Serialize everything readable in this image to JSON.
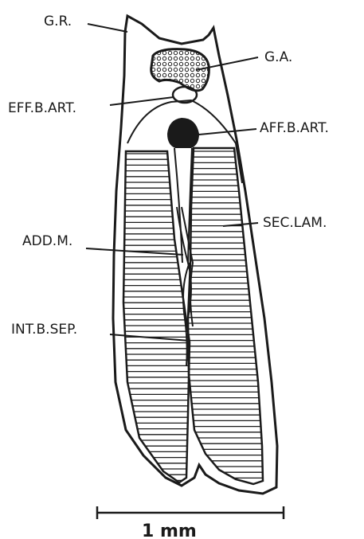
{
  "labels": {
    "gr": "G.R.",
    "ga": "G.A.",
    "eff_b_art": "EFF.B.ART.",
    "aff_b_art": "AFF.B.ART.",
    "sec_lam": "SEC.LAM.",
    "add_m": "ADD.M.",
    "int_b_sep": "INT.B.SEP."
  },
  "scale_bar": {
    "label": "1 mm"
  },
  "colors": {
    "ink": "#1a1a1a",
    "background": "#ffffff"
  }
}
